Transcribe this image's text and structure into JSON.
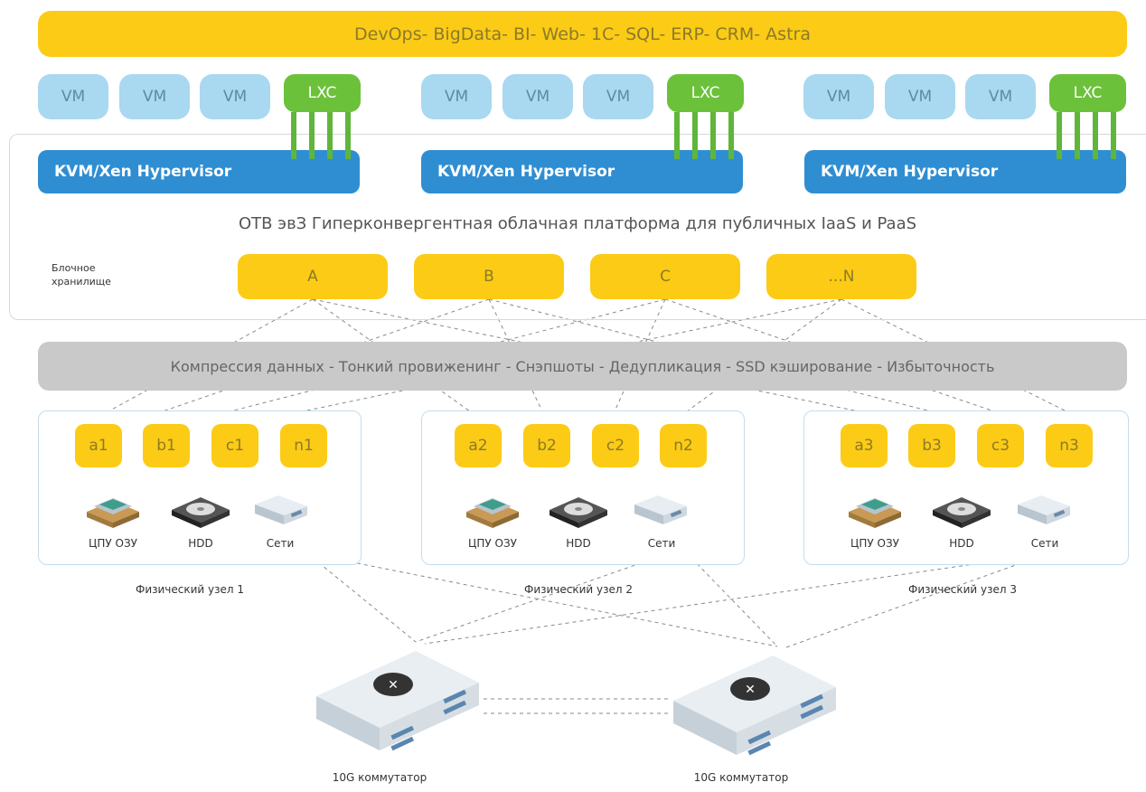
{
  "top_bar": {
    "text": "DevOps- BigData- BI- Web- 1C- SQL- ERP- CRM- Astra"
  },
  "vm_label": "VM",
  "lxc_label": "LXC",
  "hypervisor_label": "KVM/Xen Hypervisor",
  "platform_title": "ОТВ эвЗ Гиперконвергентная облачная платформа для публичных IaaS и PaaS",
  "block_storage_label": "Блочное хранилище",
  "storage_pools": [
    "A",
    "B",
    "C",
    "...N"
  ],
  "services_bar": {
    "text": "Компрессия данных - Тонкий провиженинг - Снэпшоты - Дедупликация - SSD кэширование - Избыточность"
  },
  "nodes": [
    {
      "chunks": [
        "a1",
        "b1",
        "c1",
        "n1"
      ],
      "label": "Физический узел 1"
    },
    {
      "chunks": [
        "a2",
        "b2",
        "c2",
        "n2"
      ],
      "label": "Физический узел 2"
    },
    {
      "chunks": [
        "a3",
        "b3",
        "c3",
        "n3"
      ],
      "label": "Физический узел 3"
    }
  ],
  "hardware_labels": {
    "cpu": "ЦПУ ОЗУ",
    "hdd": "HDD",
    "net": "Сети"
  },
  "switches": [
    "10G коммутатор",
    "10G коммутатор"
  ],
  "colors": {
    "yellow": "#fccb15",
    "vm_blue": "#a9d8f1",
    "lxc_green": "#6cc13b",
    "hypervisor_blue": "#2f8ed2",
    "services_gray": "#c9c9c9"
  }
}
